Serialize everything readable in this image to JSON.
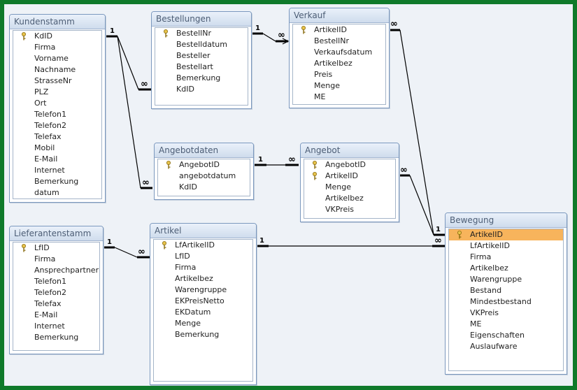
{
  "tables": {
    "kundenstamm": {
      "title": "Kundenstamm",
      "fields": [
        "KdID",
        "Firma",
        "Vorname",
        "Nachname",
        "StrasseNr",
        "PLZ",
        "Ort",
        "Telefon1",
        "Telefon2",
        "Telefax",
        "Mobil",
        "E-Mail",
        "Internet",
        "Bemerkung",
        "datum"
      ]
    },
    "bestellungen": {
      "title": "Bestellungen",
      "fields": [
        "BestellNr",
        "Bestelldatum",
        "Besteller",
        "Bestellart",
        "Bemerkung",
        "KdID"
      ]
    },
    "verkauf": {
      "title": "Verkauf",
      "fields": [
        "ArtikelID",
        "BestellNr",
        "Verkaufsdatum",
        "Artikelbez",
        "Preis",
        "Menge",
        "ME"
      ]
    },
    "angebotdaten": {
      "title": "Angebotdaten",
      "fields": [
        "AngebotID",
        "angebotdatum",
        "KdID"
      ]
    },
    "angebot": {
      "title": "Angebot",
      "fields": [
        "AngebotID",
        "ArtikelID",
        "Menge",
        "Artikelbez",
        "VKPreis"
      ]
    },
    "lieferantenstamm": {
      "title": "Lieferantenstamm",
      "fields": [
        "LfID",
        "Firma",
        "Ansprechpartner",
        "Telefon1",
        "Telefon2",
        "Telefax",
        "E-Mail",
        "Internet",
        "Bemerkung"
      ]
    },
    "artikel": {
      "title": "Artikel",
      "fields": [
        "LfArtikelID",
        "LfID",
        "Firma",
        "Artikelbez",
        "Warengruppe",
        "EKPreisNetto",
        "EKDatum",
        "Menge",
        "Bemerkung"
      ]
    },
    "bewegung": {
      "title": "Bewegung",
      "fields": [
        "ArtikelID",
        "LfArtikelID",
        "Firma",
        "Artikelbez",
        "Warengruppe",
        "Bestand",
        "Mindestbestand",
        "VKPreis",
        "ME",
        "Eigenschaften",
        "Auslaufware"
      ]
    }
  },
  "cardinality": {
    "one": "1",
    "many": "∞"
  },
  "colors": {
    "border": "#0f7a2a",
    "canvas": "#eef2f7",
    "selected_field": "#f7b45c",
    "key": "#e7c24a"
  },
  "icons": {
    "primary_key": "key-icon"
  }
}
